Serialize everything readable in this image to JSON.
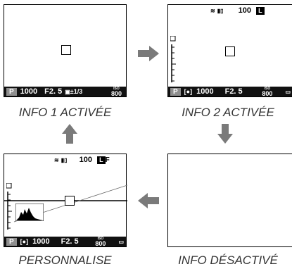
{
  "screens": {
    "info1": {
      "caption": "INFO 1 ACTIVÉE",
      "bar": {
        "mode": "P",
        "shutter": "1000",
        "aperture": "F2. 5",
        "exposure_comp": "±1/3",
        "iso": "800",
        "iso_label": "ISO"
      }
    },
    "info2": {
      "caption": "INFO 2 ACTIVÉE",
      "top": {
        "shots": "100",
        "size": "L"
      },
      "bar": {
        "mode": "P",
        "shutter": "1000",
        "aperture": "F2. 5",
        "iso": "800",
        "iso_label": "ISO"
      }
    },
    "custom": {
      "caption": "PERSONNALISE",
      "top": {
        "shots": "100",
        "size": "L",
        "quality": "F"
      },
      "bar": {
        "mode": "P",
        "shutter": "1000",
        "aperture": "F2. 5",
        "iso": "800",
        "iso_label": "ISO"
      }
    },
    "off": {
      "caption": "INFO DÉSACTIVÉ"
    }
  },
  "icons": [
    "arrow-right-icon",
    "arrow-down-icon",
    "arrow-left-icon",
    "arrow-up-icon",
    "metering-icon",
    "battery-icon",
    "histogram-icon",
    "exposure-scale-icon",
    "af-frame-icon"
  ]
}
